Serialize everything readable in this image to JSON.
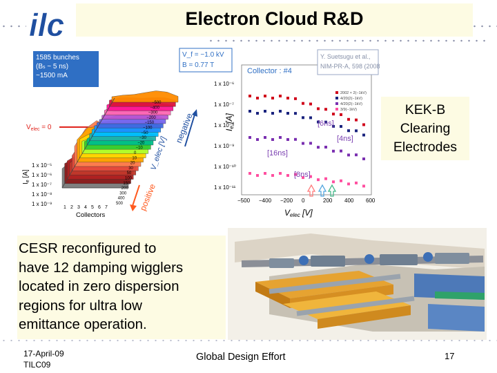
{
  "header": {
    "logo_text": "ilc",
    "title": "Electron Cloud R&D"
  },
  "figure_left": {
    "info_box": "1585 bunches\n(B_s ~ 5 ns)\n~1500 mA",
    "vf_label": "V_f = −1.0 kV",
    "b_label": "B = 0.77 T",
    "collector_label": "Collector : #4",
    "citation": "Y. Suetsugu et al.,\nNIM-PR-A, 598 (2008)",
    "velec_zero": "V_elec = 0",
    "negative": "negative",
    "positive": "positive",
    "velec_axis": "V_elec [V]",
    "ie_axis": "I_e [A]",
    "collectors_axis": "Collectors",
    "left_ticks": [
      "1 x 10⁻⁵",
      "1 x 10⁻⁶",
      "1 x 10⁻⁷",
      "1 x 10⁻⁸",
      "1 x 10⁻⁹"
    ],
    "collector_ticks": [
      "1",
      "2",
      "3",
      "4",
      "5",
      "6",
      "7"
    ],
    "v_ticks": [
      "−500",
      "−400",
      "−300",
      "−200",
      "−150",
      "−100",
      "−50",
      "−30",
      "−20",
      "−10",
      "0",
      "10",
      "20",
      "30",
      "50",
      "100",
      "150",
      "200",
      "300",
      "400",
      "500"
    ]
  },
  "figure_right": {
    "y_ticks": [
      "1 x 10⁻⁶",
      "1 x 10⁻⁷",
      "1 x 10⁻⁸",
      "1 x 10⁻⁹",
      "1 x 10⁻¹⁰",
      "1 x 10⁻¹¹"
    ],
    "x_ticks": [
      "−500",
      "−400",
      "−200",
      "0",
      "200",
      "400",
      "600"
    ],
    "x_label": "V_elec [V]",
    "y_label": "I_e [A]",
    "annotations": [
      "[6ns]",
      "[4ns]",
      "[16ns]",
      "[8ns]"
    ],
    "legend": [
      "2002 × 2(−1kV)",
      "4/20(2(−1kV)",
      "4/20(2(−1kV)",
      "3/9(−1kV)"
    ]
  },
  "kek": {
    "text": "KEK-B\nClearing\nElectrodes"
  },
  "cesr": {
    "text": " CESR reconfigured to\nhave 12 damping wigglers\nlocated in zero dispersion\nregions for ultra low\nemittance operation."
  },
  "footer": {
    "date": "17-April-09\nTILC09",
    "center": "Global Design Effort",
    "page": "17"
  },
  "colors": {
    "title_bg": "#fdfbe3",
    "logo_blue": "#1f4fa0",
    "info_blue": "#2f6fc4",
    "red": "#e0231c",
    "orange": "#ff5a1f"
  }
}
